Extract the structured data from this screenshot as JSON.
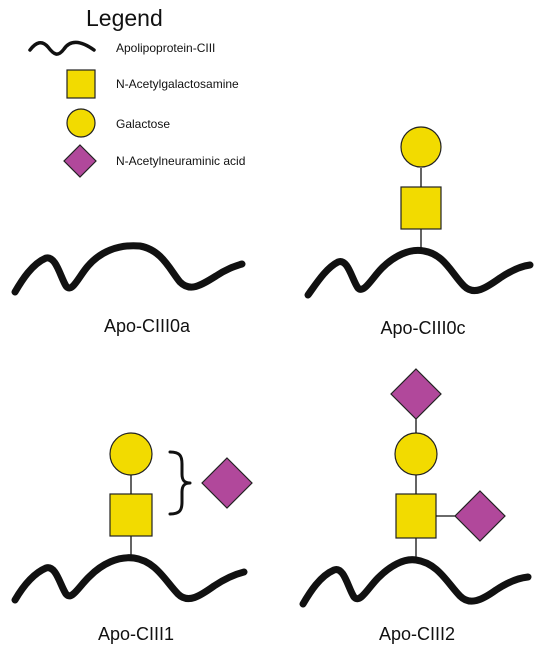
{
  "legend": {
    "title": "Legend",
    "items": [
      {
        "label": "Apolipoprotein-CIII",
        "icon": "protein-chain-icon"
      },
      {
        "label": "N-Acetylgalactosamine",
        "icon": "square-icon"
      },
      {
        "label": "Galactose",
        "icon": "circle-icon"
      },
      {
        "label": "N-Acetylneuraminic acid",
        "icon": "diamond-icon"
      }
    ]
  },
  "colors": {
    "galnac": "#f2db00",
    "galactose": "#f2db00",
    "sialic_acid": "#b1489b",
    "protein": "#111111"
  },
  "panels": [
    {
      "caption": "Apo-CIII0a",
      "glycans": []
    },
    {
      "caption": "Apo-CIII0c",
      "glycans": [
        "N-Acetylgalactosamine",
        "Galactose"
      ]
    },
    {
      "caption": "Apo-CIII1",
      "glycans": [
        "N-Acetylgalactosamine",
        "Galactose",
        "N-Acetylneuraminic acid"
      ]
    },
    {
      "caption": "Apo-CIII2",
      "glycans": [
        "N-Acetylgalactosamine",
        "Galactose",
        "N-Acetylneuraminic acid",
        "N-Acetylneuraminic acid"
      ]
    }
  ]
}
